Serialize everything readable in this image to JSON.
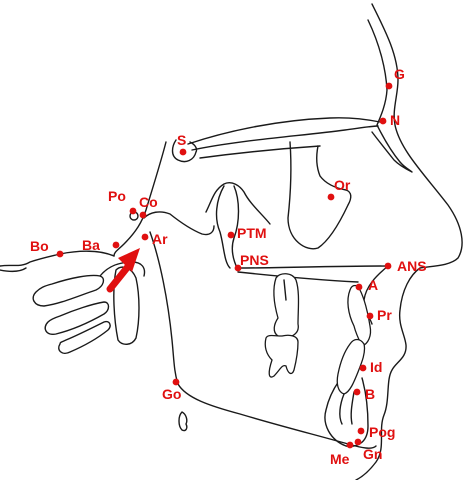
{
  "colors": {
    "outline": "#1a1a1a",
    "landmark": "#e01010",
    "arrow": "#e01010"
  },
  "landmarks": [
    {
      "id": "G",
      "label": "G"
    },
    {
      "id": "N",
      "label": "N"
    },
    {
      "id": "S",
      "label": "S"
    },
    {
      "id": "Or",
      "label": "Or"
    },
    {
      "id": "Po",
      "label": "Po"
    },
    {
      "id": "Co",
      "label": "Co"
    },
    {
      "id": "Bo",
      "label": "Bo"
    },
    {
      "id": "Ba",
      "label": "Ba"
    },
    {
      "id": "Ar",
      "label": "Ar"
    },
    {
      "id": "PTM",
      "label": "PTM"
    },
    {
      "id": "PNS",
      "label": "PNS"
    },
    {
      "id": "ANS",
      "label": "ANS"
    },
    {
      "id": "A",
      "label": "A"
    },
    {
      "id": "Pr",
      "label": "Pr"
    },
    {
      "id": "Id",
      "label": "Id"
    },
    {
      "id": "B",
      "label": "B"
    },
    {
      "id": "Go",
      "label": "Go"
    },
    {
      "id": "Pog",
      "label": "Pog"
    },
    {
      "id": "Gn",
      "label": "Gn"
    },
    {
      "id": "Me",
      "label": "Me"
    }
  ]
}
